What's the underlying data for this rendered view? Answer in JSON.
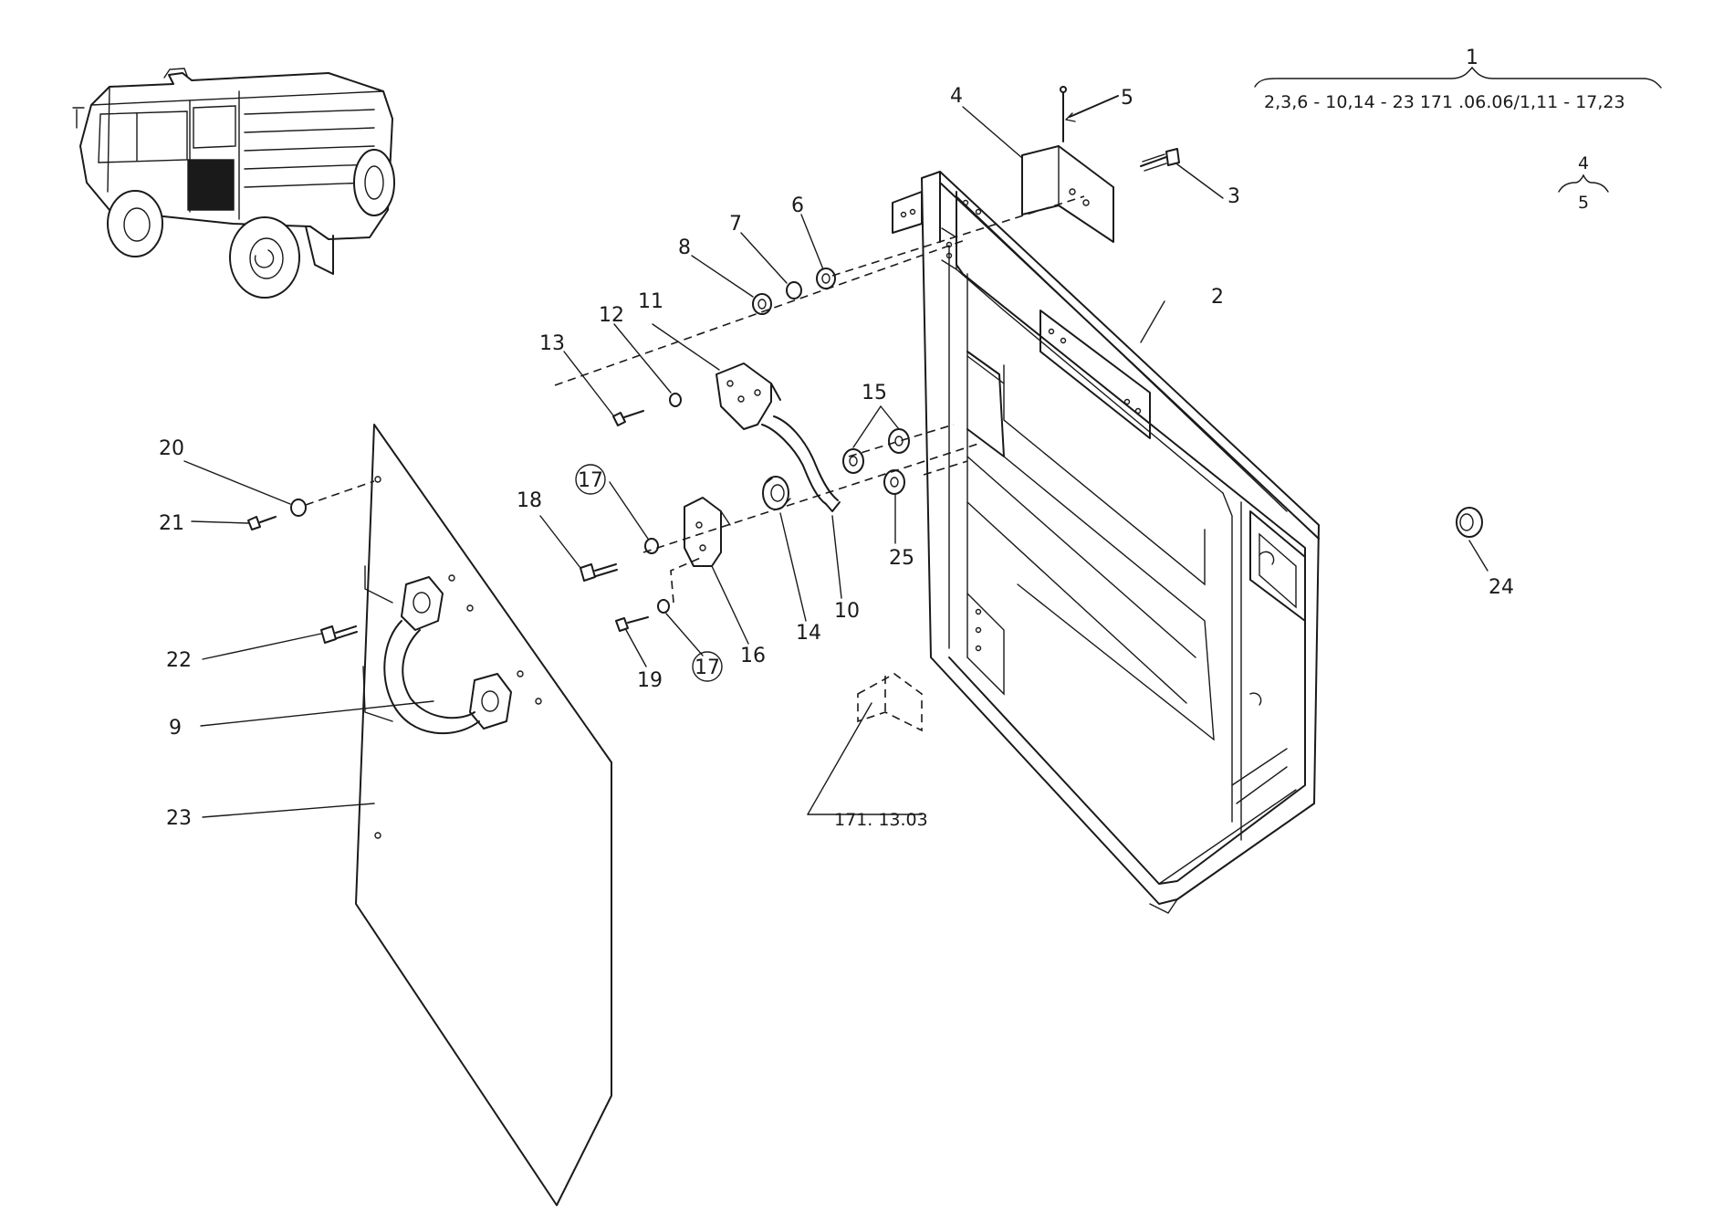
{
  "diagram": {
    "type": "exploded-parts-view",
    "group_header": {
      "number": "1",
      "range": "2,3,6 - 10,14 - 23  171 .06.06/1,11 - 17,23",
      "sub_top": "4",
      "sub_bottom": "5"
    },
    "reference_label": "171. 13.03",
    "callouts": {
      "c1": "2",
      "c2": "3",
      "c3": "4",
      "c4": "5",
      "c5": "6",
      "c6": "7",
      "c7": "8",
      "c8": "11",
      "c9": "12",
      "c10": "13",
      "c11": "15",
      "c12": "17",
      "c13": "18",
      "c14": "20",
      "c15": "21",
      "c16": "22",
      "c17": "9",
      "c18": "23",
      "c19": "14",
      "c20": "10",
      "c21": "25",
      "c22": "16",
      "c23": "19",
      "c24": "17",
      "c25": "24"
    }
  }
}
